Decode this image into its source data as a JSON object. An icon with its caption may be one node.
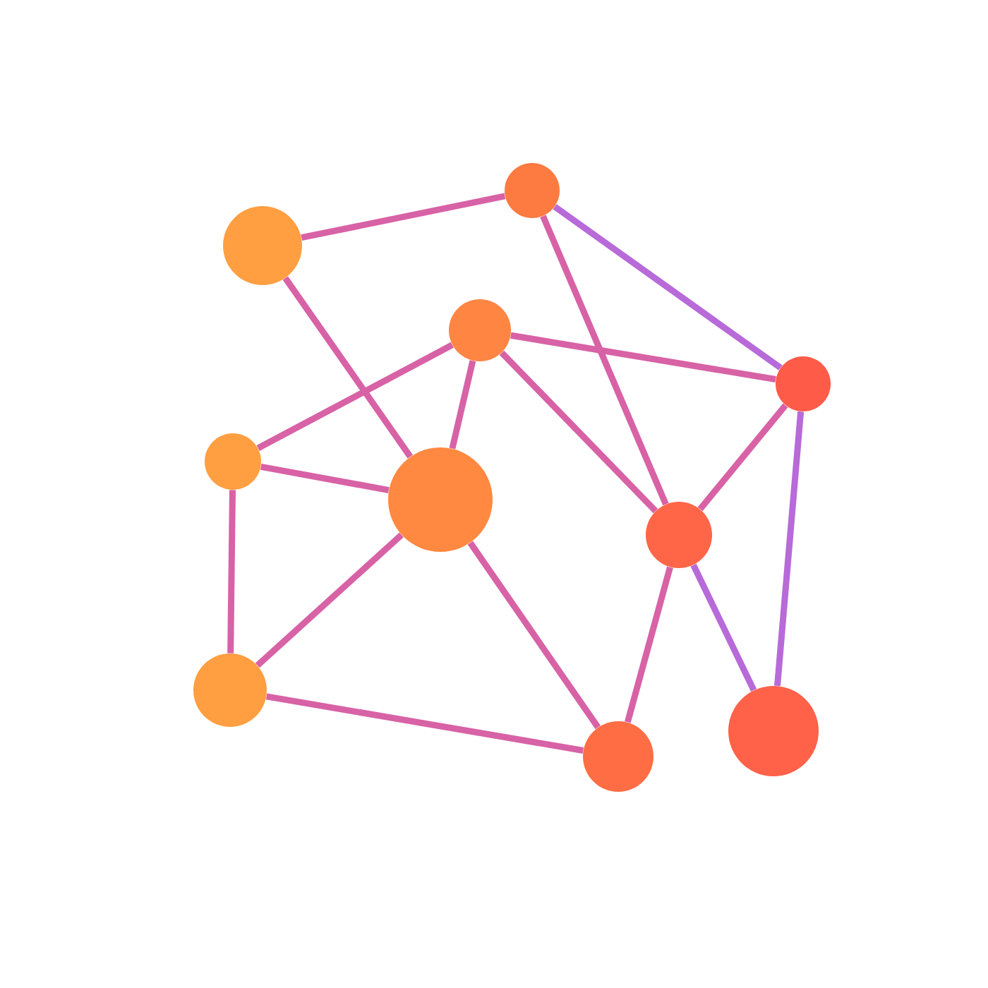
{
  "diagram": {
    "nodes": [
      {
        "text": [],
        "shape": "circle"
      },
      {
        "text": [],
        "shape": "circle"
      },
      {
        "text": [],
        "shape": "circle"
      },
      {
        "text": [],
        "shape": "circle"
      },
      {
        "text": [],
        "shape": "circle"
      },
      {
        "text": [],
        "shape": "circle"
      },
      {
        "text": [],
        "shape": "circle"
      },
      {
        "text": [],
        "shape": "circle"
      },
      {
        "text": [],
        "shape": "circle"
      },
      {
        "text": [],
        "shape": "circle"
      }
    ],
    "edges": [
      {
        "from": 1,
        "to": 0,
        "arrow": "none"
      },
      {
        "from": 1,
        "to": 5,
        "arrow": "none"
      },
      {
        "from": 0,
        "to": 6,
        "arrow": "none"
      },
      {
        "from": 0,
        "to": 3,
        "arrow": "none",
        "color": "#b86ad8"
      },
      {
        "from": 2,
        "to": 4,
        "arrow": "none"
      },
      {
        "from": 2,
        "to": 3,
        "arrow": "none"
      },
      {
        "from": 2,
        "to": 5,
        "arrow": "none"
      },
      {
        "from": 2,
        "to": 6,
        "arrow": "none"
      },
      {
        "from": 3,
        "to": 6,
        "arrow": "none"
      },
      {
        "from": 3,
        "to": 8,
        "arrow": "none",
        "color": "#b86ad8"
      },
      {
        "from": 4,
        "to": 5,
        "arrow": "none"
      },
      {
        "from": 4,
        "to": 7,
        "arrow": "none"
      },
      {
        "from": 5,
        "to": 7,
        "arrow": "none"
      },
      {
        "from": 5,
        "to": 9,
        "arrow": "none"
      },
      {
        "from": 6,
        "to": 9,
        "arrow": "none"
      },
      {
        "from": 6,
        "to": 8,
        "arrow": "none",
        "color": "#b86ad8"
      },
      {
        "from": 7,
        "to": 9,
        "arrow": "none"
      }
    ]
  }
}
